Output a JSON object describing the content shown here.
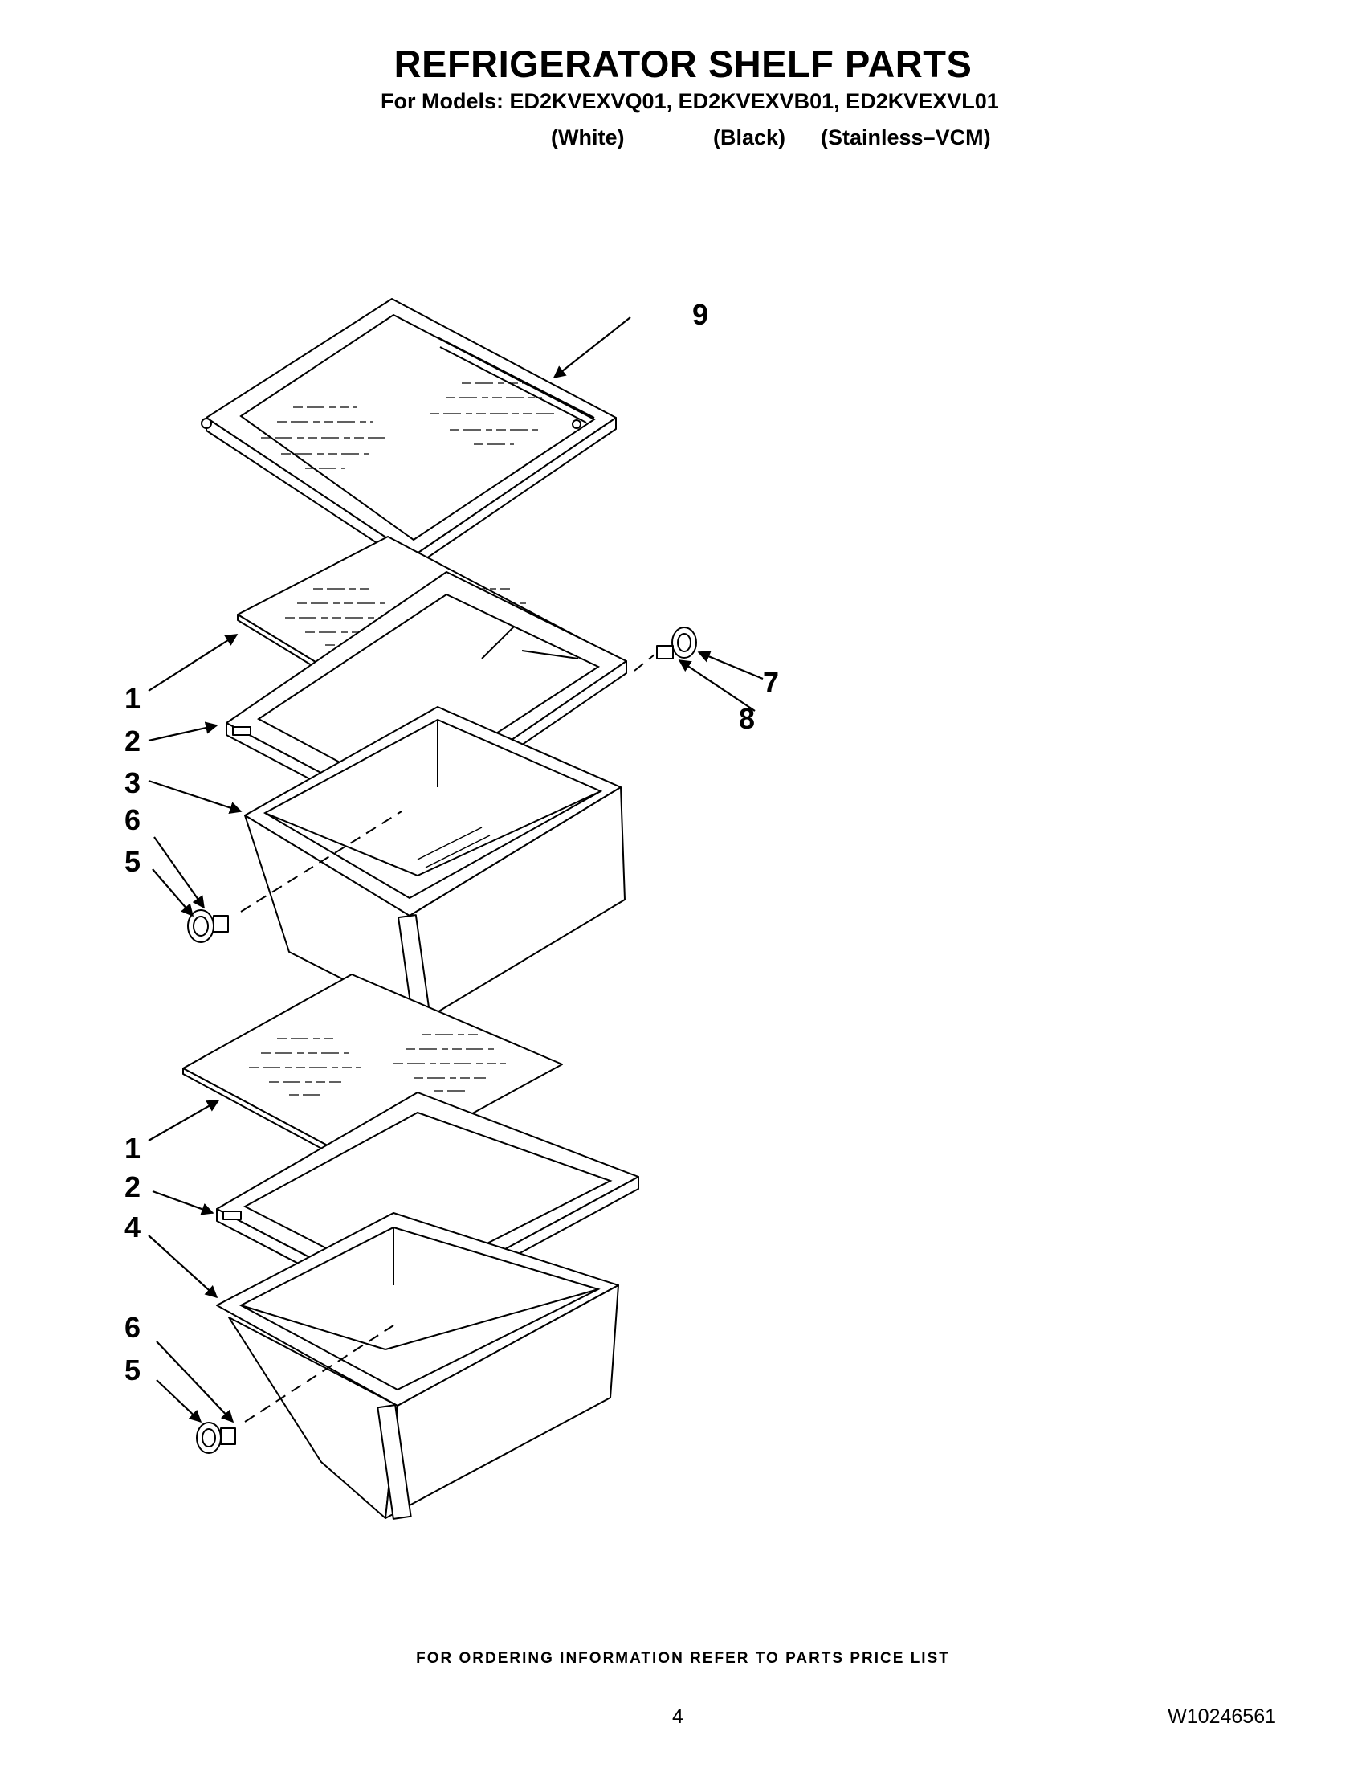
{
  "header": {
    "title": "REFRIGERATOR SHELF PARTS",
    "models": "For Models: ED2KVEXVQ01, ED2KVEXVB01, ED2KVEXVL01",
    "variants": [
      "(White)",
      "(Black)",
      "(Stainless–VCM)"
    ]
  },
  "callouts": {
    "shelf": "9",
    "cover_top": "1",
    "frame_top": "2",
    "crisper_drawer": "3",
    "roller_top": "6",
    "wheel_top": "5",
    "wheel_right": "7",
    "roller_right": "8",
    "cover_bottom": "1",
    "frame_bottom": "2",
    "deli_drawer": "4",
    "roller_bottom": "6",
    "wheel_bottom": "5"
  },
  "footer": {
    "ordering_note": "FOR ORDERING INFORMATION REFER TO PARTS PRICE LIST",
    "page_number": "4",
    "document_number": "W10246561"
  }
}
